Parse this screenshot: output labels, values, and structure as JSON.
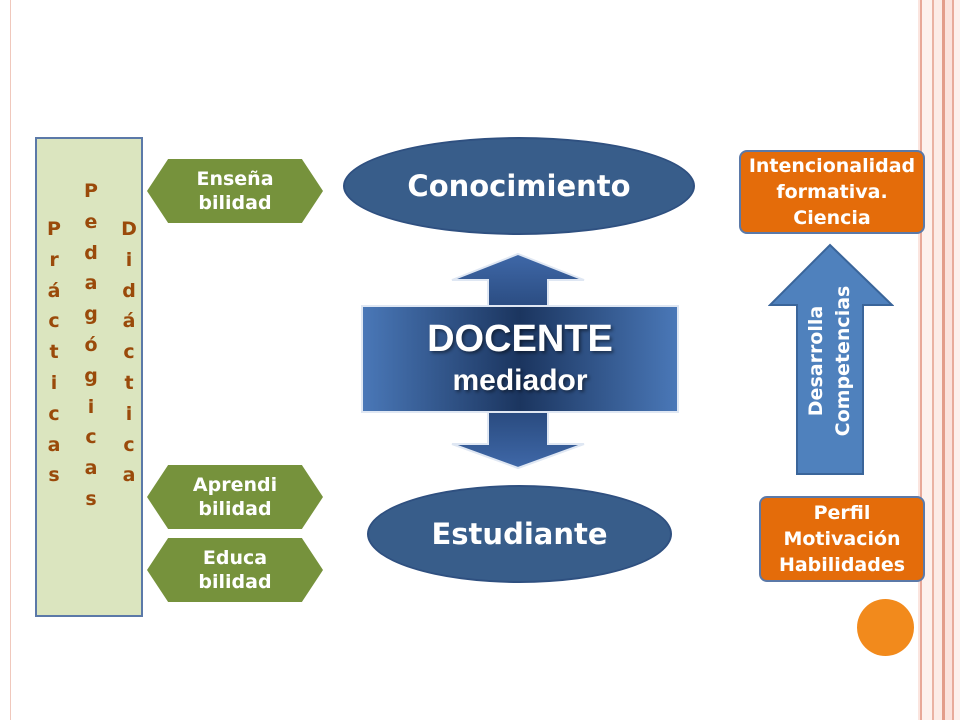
{
  "vertical_box": {
    "col1": [
      "P",
      "r",
      "á",
      "c",
      "t",
      "i",
      "c",
      "a",
      "s"
    ],
    "col2": [
      "P",
      "e",
      "d",
      "a",
      "g",
      "ó",
      "g",
      "i",
      "c",
      "a",
      "s"
    ],
    "col3": [
      "D",
      "i",
      "d",
      "á",
      "c",
      "t",
      "i",
      "c",
      "a"
    ]
  },
  "hexagons": [
    {
      "line1": "Enseña",
      "line2": "bilidad"
    },
    {
      "line1": "Aprendi",
      "line2": "bilidad"
    },
    {
      "line1": "Educa",
      "line2": "bilidad"
    }
  ],
  "ellipses": {
    "top": "Conocimiento",
    "bottom": "Estudiante"
  },
  "center": {
    "title": "DOCENTE",
    "subtitle": "mediador"
  },
  "right_top_box": {
    "line1": "Intencionalidad",
    "line2": "formativa.",
    "line3": "Ciencia"
  },
  "right_arrow": {
    "line1": "Desarrolla",
    "line2": "Competencias"
  },
  "right_bottom_box": {
    "line1": "Perfil",
    "line2": "Motivación",
    "line3": "Habilidades"
  },
  "colors": {
    "green_box": "#dbe5bf",
    "hexagon": "#76923c",
    "ellipse": "#385d8a",
    "orange": "#e46c0a",
    "arrow_blue": "#4f81bd",
    "letters": "#9a4a0a"
  }
}
